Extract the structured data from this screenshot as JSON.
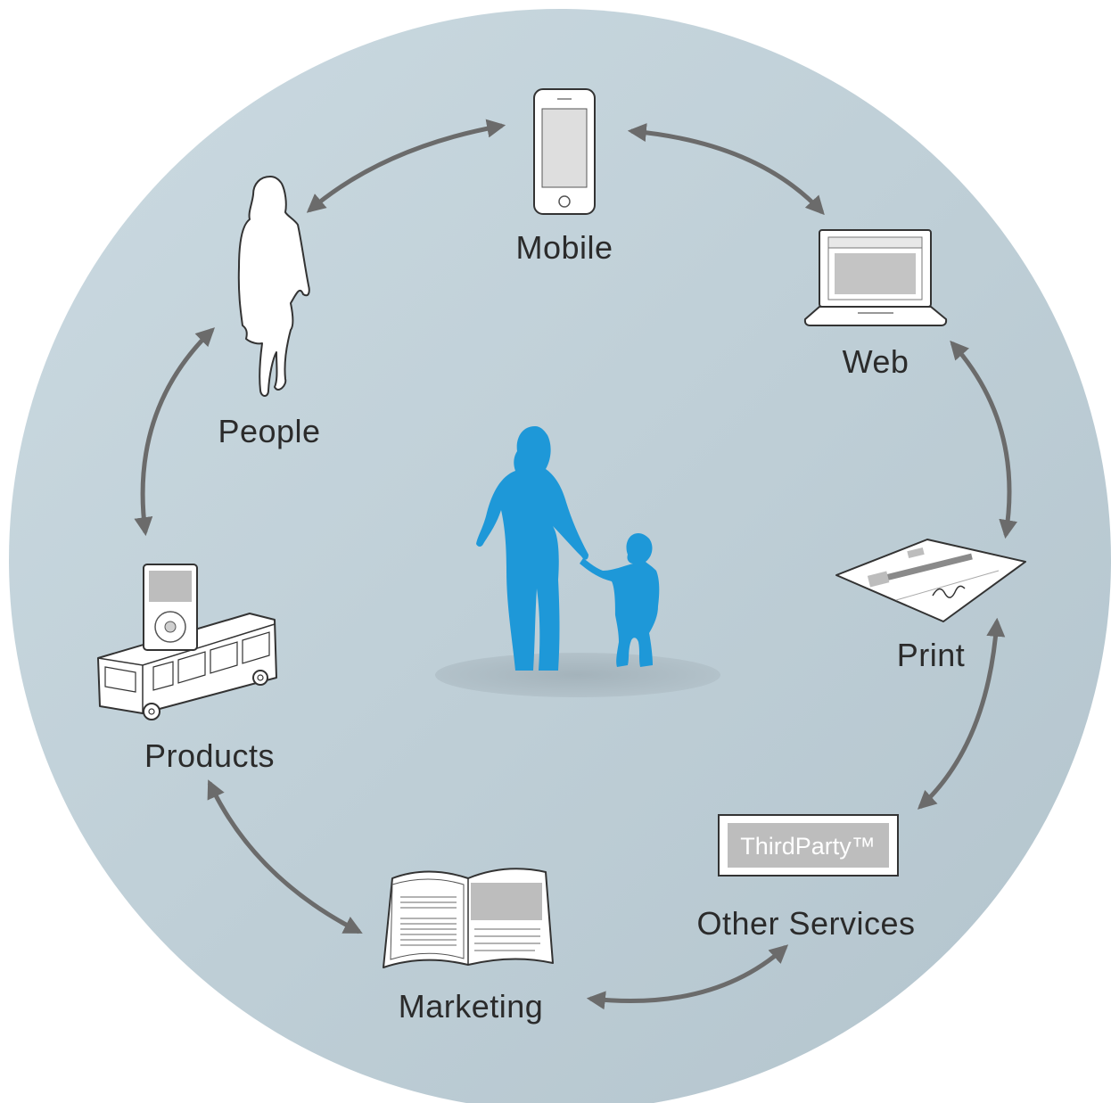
{
  "colors": {
    "circle_light": "#c9d7de",
    "circle_dark": "#b4c5ce",
    "arrow": "#6b6b6b",
    "center_figure": "#1e98d8",
    "shadow": "#a9b7bf",
    "label": "#2b2b2b",
    "thirdparty_box": "#bdbdbd"
  },
  "nodes": {
    "mobile": {
      "label": "Mobile",
      "icon": "smartphone-icon"
    },
    "web": {
      "label": "Web",
      "icon": "laptop-icon"
    },
    "print": {
      "label": "Print",
      "icon": "letter-document-icon"
    },
    "other_services": {
      "label": "Other Services",
      "icon": "thirdparty-logo-icon",
      "brand_text": "ThirdParty™"
    },
    "marketing": {
      "label": "Marketing",
      "icon": "open-magazine-icon"
    },
    "products": {
      "label": "Products",
      "icon": "ipod-bus-icon"
    },
    "people": {
      "label": "People",
      "icon": "woman-silhouette-icon"
    }
  },
  "center": {
    "icon": "parent-child-silhouette-icon"
  }
}
